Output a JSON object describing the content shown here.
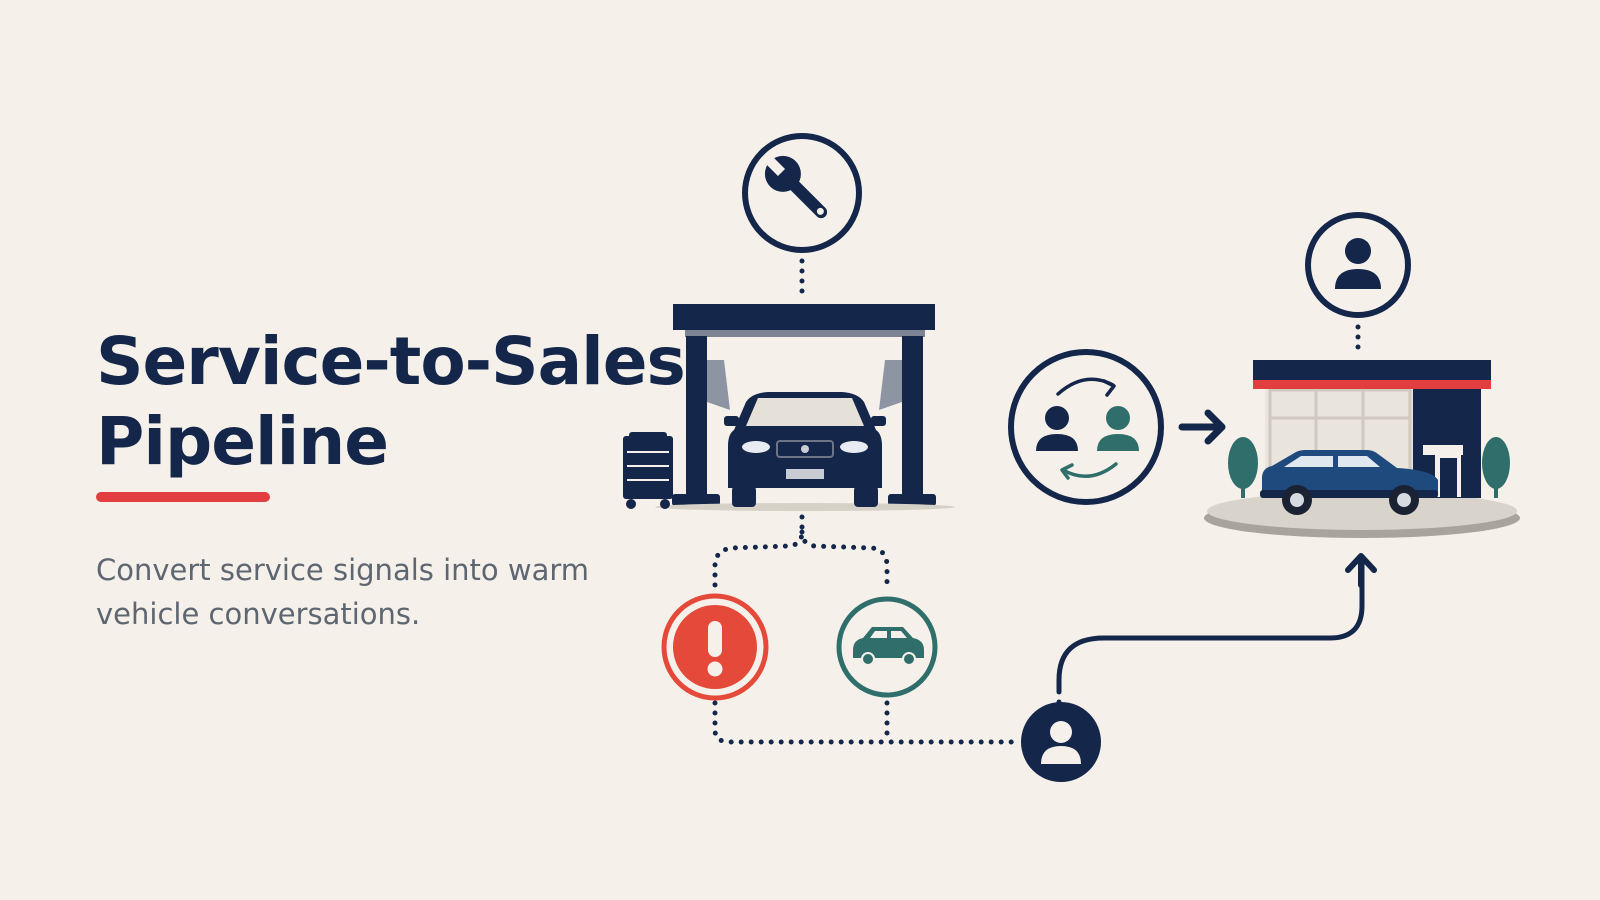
{
  "header": {
    "title_line1": "Service-to-Sales",
    "title_line2": "Pipeline",
    "subtitle_line1": "Convert service signals into warm",
    "subtitle_line2": "vehicle conversations."
  },
  "colors": {
    "background": "#f5f1ea",
    "navy": "#14264a",
    "red_accent": "#e23d3f",
    "teal": "#2f6e6a",
    "gray_text": "#5e6672"
  },
  "diagram": {
    "nodes": [
      {
        "id": "service-wrench",
        "icon": "wrench-icon"
      },
      {
        "id": "service-bay",
        "icon": "service-lift-icon"
      },
      {
        "id": "alert-signal",
        "icon": "exclamation-icon"
      },
      {
        "id": "vehicle-signal",
        "icon": "car-icon"
      },
      {
        "id": "customer",
        "icon": "person-icon"
      },
      {
        "id": "handoff",
        "icon": "people-exchange-icon"
      },
      {
        "id": "sales-contact",
        "icon": "person-icon"
      },
      {
        "id": "dealership",
        "icon": "dealership-icon"
      }
    ]
  }
}
